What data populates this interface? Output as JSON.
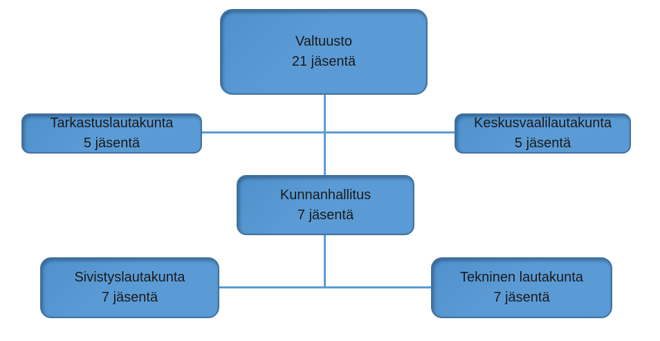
{
  "diagram": {
    "type": "org-chart",
    "language": "fi",
    "colors": {
      "node_fill": "#5b9bd5",
      "node_border": "#41719c",
      "connector": "#5b9bd5",
      "text": "#1a1a1a",
      "background": "#ffffff"
    },
    "nodes": [
      {
        "id": "valtuusto",
        "title": "Valtuusto",
        "members": "21 jäsentä"
      },
      {
        "id": "tarkastuslautakunta",
        "title": "Tarkastuslautakunta",
        "members": "5 jäsentä"
      },
      {
        "id": "keskusvaalilautakunta",
        "title": "Keskusvaalilautakunta",
        "members": "5 jäsentä"
      },
      {
        "id": "kunnanhallitus",
        "title": "Kunnanhallitus",
        "members": "7 jäsentä"
      },
      {
        "id": "sivistyslautakunta",
        "title": "Sivistyslautakunta",
        "members": "7 jäsentä"
      },
      {
        "id": "tekninen-lautakunta",
        "title": "Tekninen lautakunta",
        "members": "7 jäsentä"
      }
    ],
    "edges": [
      {
        "from": "valtuusto",
        "to": "kunnanhallitus"
      },
      {
        "from": "valtuusto",
        "to": "tarkastuslautakunta"
      },
      {
        "from": "valtuusto",
        "to": "keskusvaalilautakunta"
      },
      {
        "from": "kunnanhallitus",
        "to": "sivistyslautakunta"
      },
      {
        "from": "kunnanhallitus",
        "to": "tekninen-lautakunta"
      }
    ]
  }
}
